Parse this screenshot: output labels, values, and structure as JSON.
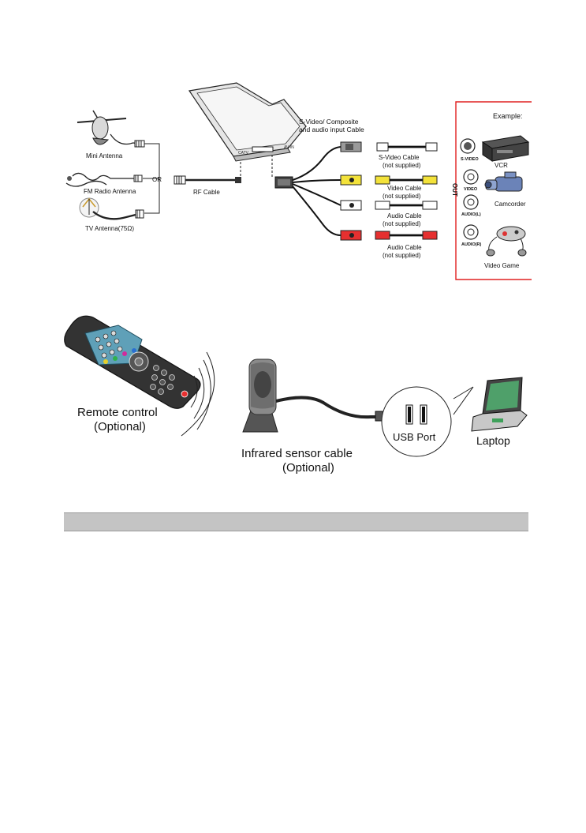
{
  "connection_diagram": {
    "antennas": {
      "mini": "Mini Antenna",
      "fm": "FM Radio Antenna",
      "tv": "TV Antenna(75Ω)",
      "or": "OR"
    },
    "rf_cable": "RF Cable",
    "input_cable": {
      "line1": "S-Video/ Composite",
      "line2": "and audio input Cable"
    },
    "cables": [
      {
        "name": "S-Video Cable",
        "note": "(not supplied)"
      },
      {
        "name": "Video Cable",
        "note": "(not supplied)"
      },
      {
        "name": "Audio Cable",
        "note": "(not supplied)"
      },
      {
        "name": "Audio Cable",
        "note": "(not supplied)"
      }
    ],
    "example_box": {
      "title": "Example:",
      "out_label": "OUT",
      "ports": [
        "S-VIDEO",
        "VIDEO",
        "AUDIO(L)",
        "AUDIO(R)"
      ],
      "devices": [
        "VCR",
        "Camcorder",
        "Video Game"
      ]
    }
  },
  "remote_diagram": {
    "remote_label": [
      "Remote control",
      "(Optional)"
    ],
    "sensor_label": [
      "Infrared sensor cable",
      "(Optional)"
    ],
    "usb_label": "USB Port",
    "laptop_label": "Laptop"
  },
  "section_bar": {
    "text": ""
  }
}
